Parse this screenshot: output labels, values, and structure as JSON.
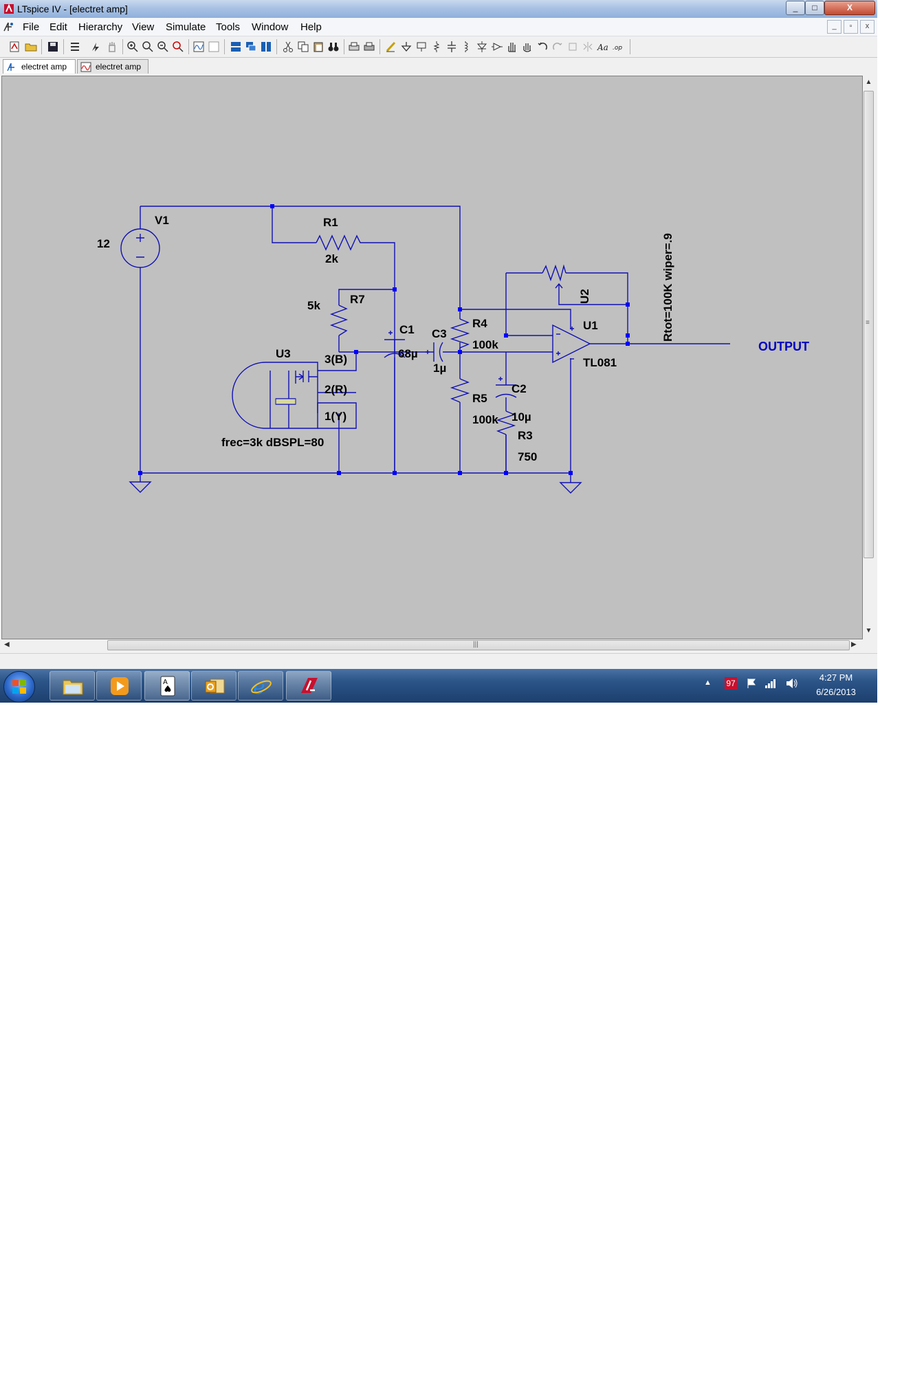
{
  "window": {
    "title": "LTspice IV - [electret amp]",
    "min": "_",
    "max": "□",
    "close": "X"
  },
  "mdi": {
    "min": "_",
    "restore": "▫",
    "close": "x"
  },
  "menu": [
    "File",
    "Edit",
    "Hierarchy",
    "View",
    "Simulate",
    "Tools",
    "Window",
    "Help"
  ],
  "tabs": [
    {
      "label": "electret amp",
      "icon": "schematic-icon"
    },
    {
      "label": "electret amp",
      "icon": "waveform-icon"
    }
  ],
  "schematic": {
    "v1": {
      "name": "V1",
      "value": "12"
    },
    "r1": {
      "name": "R1",
      "value": "2k"
    },
    "r7": {
      "name": "R7",
      "value": "5k"
    },
    "c1": {
      "name": "C1",
      "value": "68µ"
    },
    "c3": {
      "name": "C3",
      "value": "1µ"
    },
    "r4": {
      "name": "R4",
      "value": "100k"
    },
    "r5": {
      "name": "R5",
      "value": "100k"
    },
    "c2": {
      "name": "C2",
      "value": "10µ"
    },
    "r3": {
      "name": "R3",
      "value": "750"
    },
    "u1": {
      "name": "U1",
      "value": "TL081"
    },
    "u2": {
      "name": "U2",
      "param": "Rtot=100K wiper=.9"
    },
    "u3": {
      "name": "U3",
      "pin3": "3(B)",
      "pin2": "2(R)",
      "pin1": "1(Y)",
      "param": "frec=3k dBSPL=80"
    },
    "output_label": "OUTPUT",
    "colors": {
      "wire": "#1010b4",
      "junction": "#0000ff",
      "label": "#0000c0",
      "canvas": "#c0c0c0"
    }
  },
  "taskbar": {
    "apps": [
      "folder-icon",
      "media-player-icon",
      "solitaire-icon",
      "outlook-icon",
      "internet-explorer-icon",
      "ltspice-icon"
    ],
    "tray_badge": "97",
    "time": "4:27 PM",
    "date": "6/26/2013"
  }
}
